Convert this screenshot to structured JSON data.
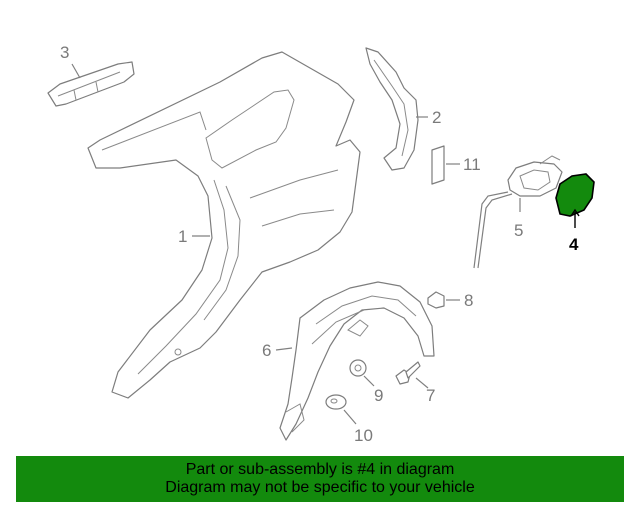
{
  "colors": {
    "highlight": "#138a0d",
    "banner_bg": "#138a0d",
    "line": "#7d7d7d"
  },
  "callouts": [
    {
      "id": "1",
      "label": "1"
    },
    {
      "id": "2",
      "label": "2"
    },
    {
      "id": "3",
      "label": "3"
    },
    {
      "id": "4",
      "label": "4",
      "highlighted": true
    },
    {
      "id": "5",
      "label": "5"
    },
    {
      "id": "6",
      "label": "6"
    },
    {
      "id": "7",
      "label": "7"
    },
    {
      "id": "8",
      "label": "8"
    },
    {
      "id": "9",
      "label": "9"
    },
    {
      "id": "10",
      "label": "10"
    },
    {
      "id": "11",
      "label": "11"
    }
  ],
  "banner": {
    "line1": "Part or sub-assembly is #4 in diagram",
    "line2": "Diagram may not be specific to your vehicle"
  }
}
